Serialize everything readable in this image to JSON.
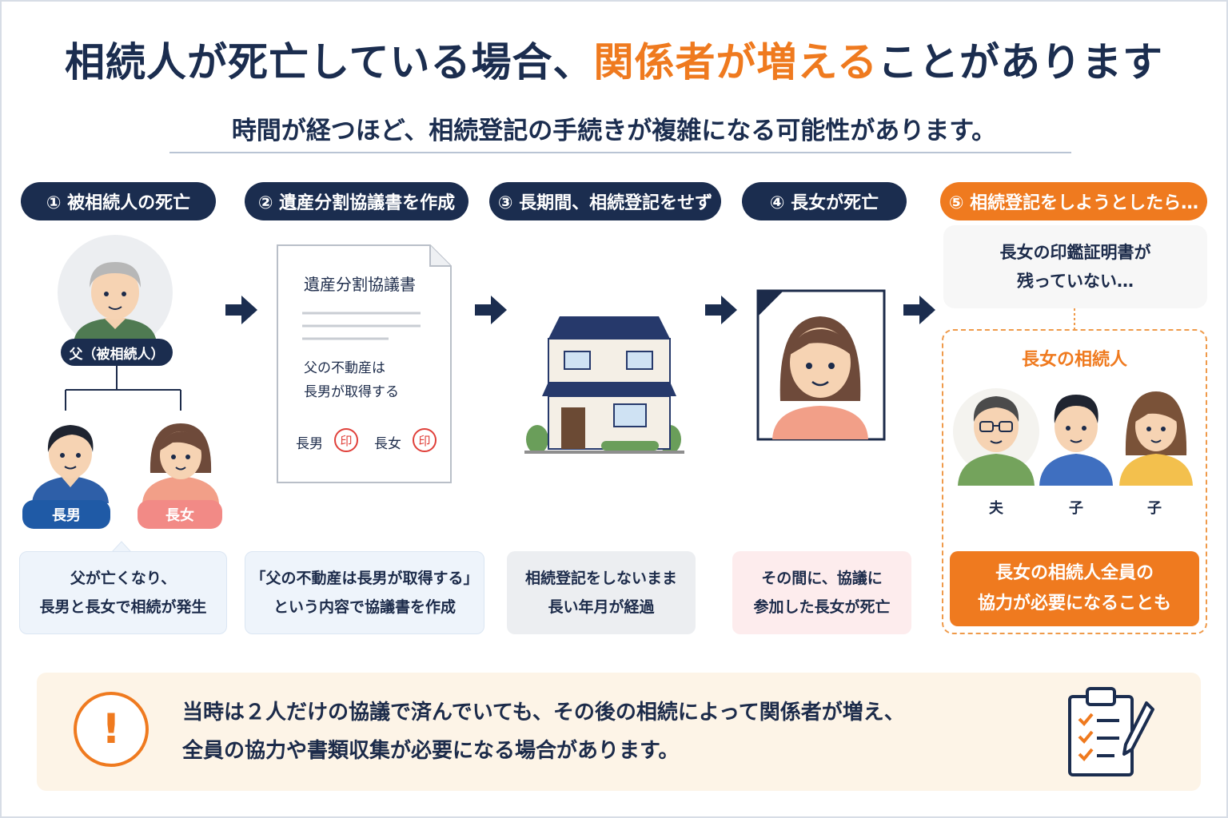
{
  "title": {
    "part1": "相続人が死亡している場合、",
    "accent": "関係者が増える",
    "part2": "ことがあります"
  },
  "subtitle": "時間が経つほど、相続登記の手続きが複雑になる可能性があります。",
  "steps": [
    {
      "label": "① 被相続人の死亡"
    },
    {
      "label": "② 遺産分割協議書を作成"
    },
    {
      "label": "③ 長期間、相続登記をせず"
    },
    {
      "label": "④ 長女が死亡"
    },
    {
      "label": "⑤ 相続登記をしようとしたら…"
    }
  ],
  "family": {
    "father_label": "父（被相続人）",
    "son_label": "長男",
    "daughter_label": "長女"
  },
  "document": {
    "title": "遺産分割協議書",
    "body_line1": "父の不動産は",
    "body_line2": "長男が取得する",
    "seal1_name": "長男",
    "seal2_name": "長女",
    "seal_char": "印"
  },
  "descriptions": [
    {
      "line1": "父が亡くなり、",
      "line2": "長男と長女で相続が発生"
    },
    {
      "line1": "「父の不動産は長男が取得する」",
      "line2": "という内容で協議書を作成"
    },
    {
      "line1": "相続登記をしないまま",
      "line2": "長い年月が経過"
    },
    {
      "line1": "その間に、協議に",
      "line2": "参加した長女が死亡"
    }
  ],
  "right": {
    "bubble_line1": "長女の印鑑証明書が",
    "bubble_line2": "残っていない…",
    "heirs_title": "長女の相続人",
    "heir1": "夫",
    "heir2": "子",
    "heir3": "子",
    "result_line1": "長女の相続人全員の",
    "result_line2": "協力が必要になることも"
  },
  "note": {
    "mark": "!",
    "line1": "当時は２人だけの協議で済んでいても、その後の相続によって関係者が増え、",
    "line2": "全員の協力や書類収集が必要になる場合があります。"
  },
  "colors": {
    "navy": "#1b2d4f",
    "accent": "#ef7a1f",
    "son_blue": "#1f5aa6",
    "daughter_pink": "#f28a86"
  },
  "icons": [
    "arrow-right-icon",
    "house-icon",
    "document-icon",
    "portrait-icon",
    "clipboard-checklist-icon",
    "exclamation-icon"
  ]
}
